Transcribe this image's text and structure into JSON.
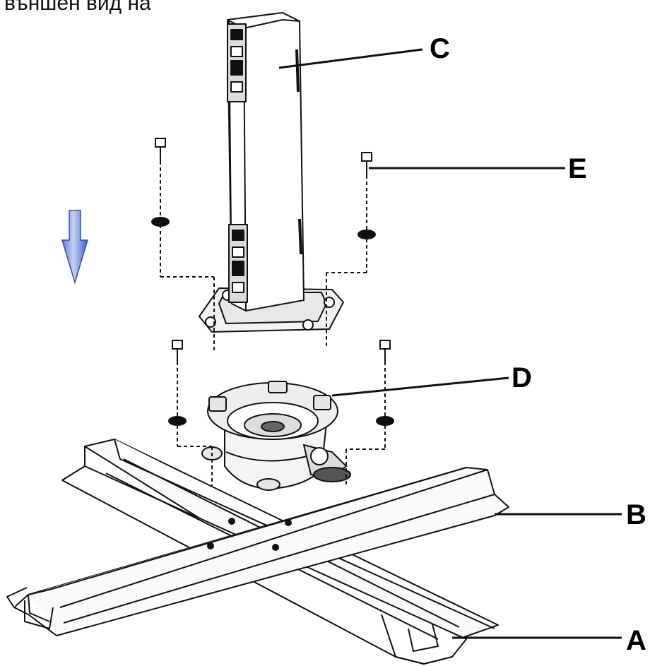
{
  "caption": "външен вид на",
  "labels": {
    "a": "A",
    "b": "B",
    "c": "C",
    "d": "D",
    "e": "E"
  },
  "colors": {
    "arrow_top": "#b9c8ee",
    "arrow_bottom": "#3d5fc4",
    "line": "#111111"
  }
}
